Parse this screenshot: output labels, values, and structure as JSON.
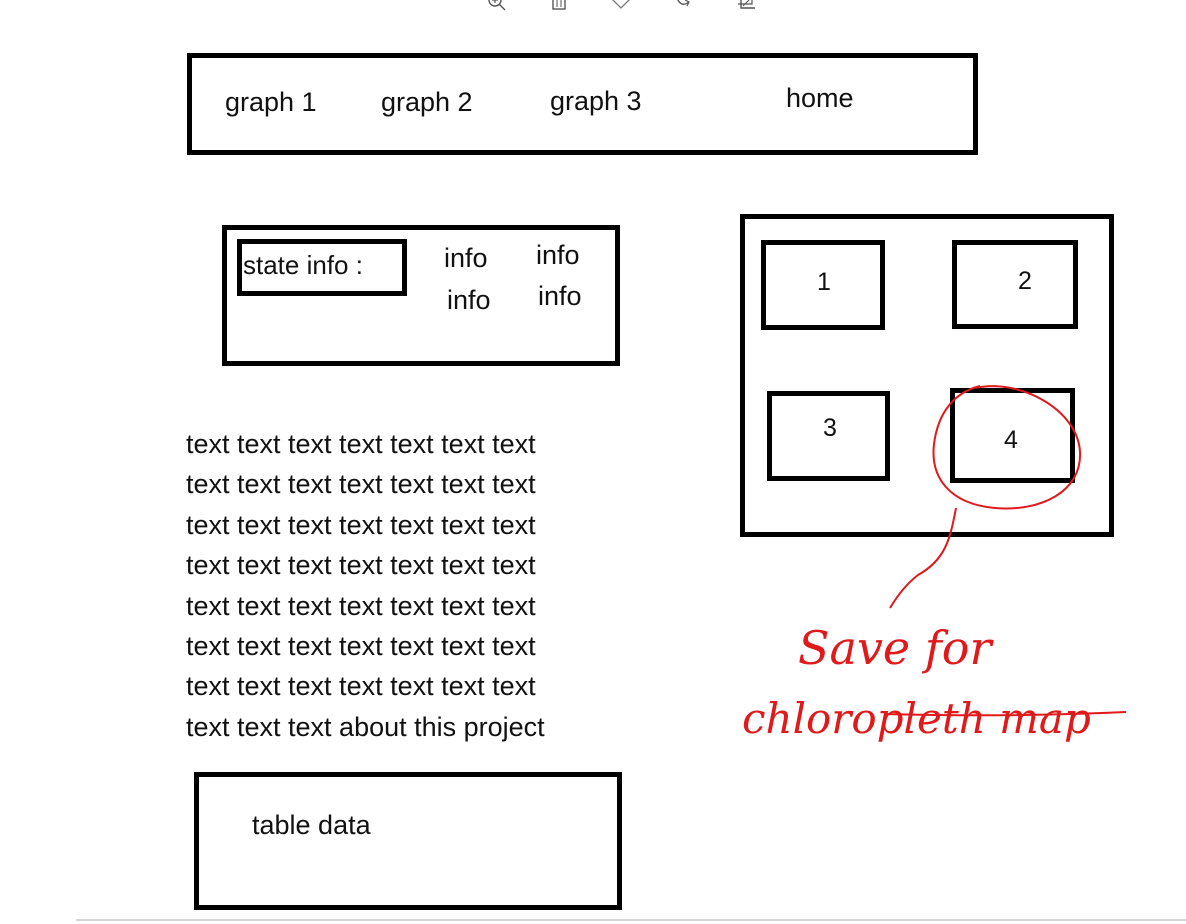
{
  "toolbar": {
    "icons": [
      "zoom-in-icon",
      "trash-icon",
      "heart-icon",
      "rotate-icon",
      "crop-icon"
    ]
  },
  "nav": {
    "items": [
      {
        "label": "graph 1"
      },
      {
        "label": "graph 2"
      },
      {
        "label": "graph 3"
      },
      {
        "label": "home"
      }
    ]
  },
  "state_box": {
    "label": "state info :",
    "info": [
      "info",
      "info",
      "info",
      "info"
    ]
  },
  "paragraph": {
    "lines": [
      "text text text text text text text",
      "text text text text text text text",
      "text text text text text text text",
      "text text text text text text text",
      "text text text text text text text",
      "text text text text text text text",
      "text text text text text text text",
      "text text text about this project"
    ]
  },
  "grid_panel": {
    "cells": [
      "1",
      "2",
      "3",
      "4"
    ]
  },
  "table_box": {
    "label": "table data"
  },
  "annotation": {
    "line1": "Save for",
    "line2": "chloropleth map",
    "color": "#e0191b"
  }
}
